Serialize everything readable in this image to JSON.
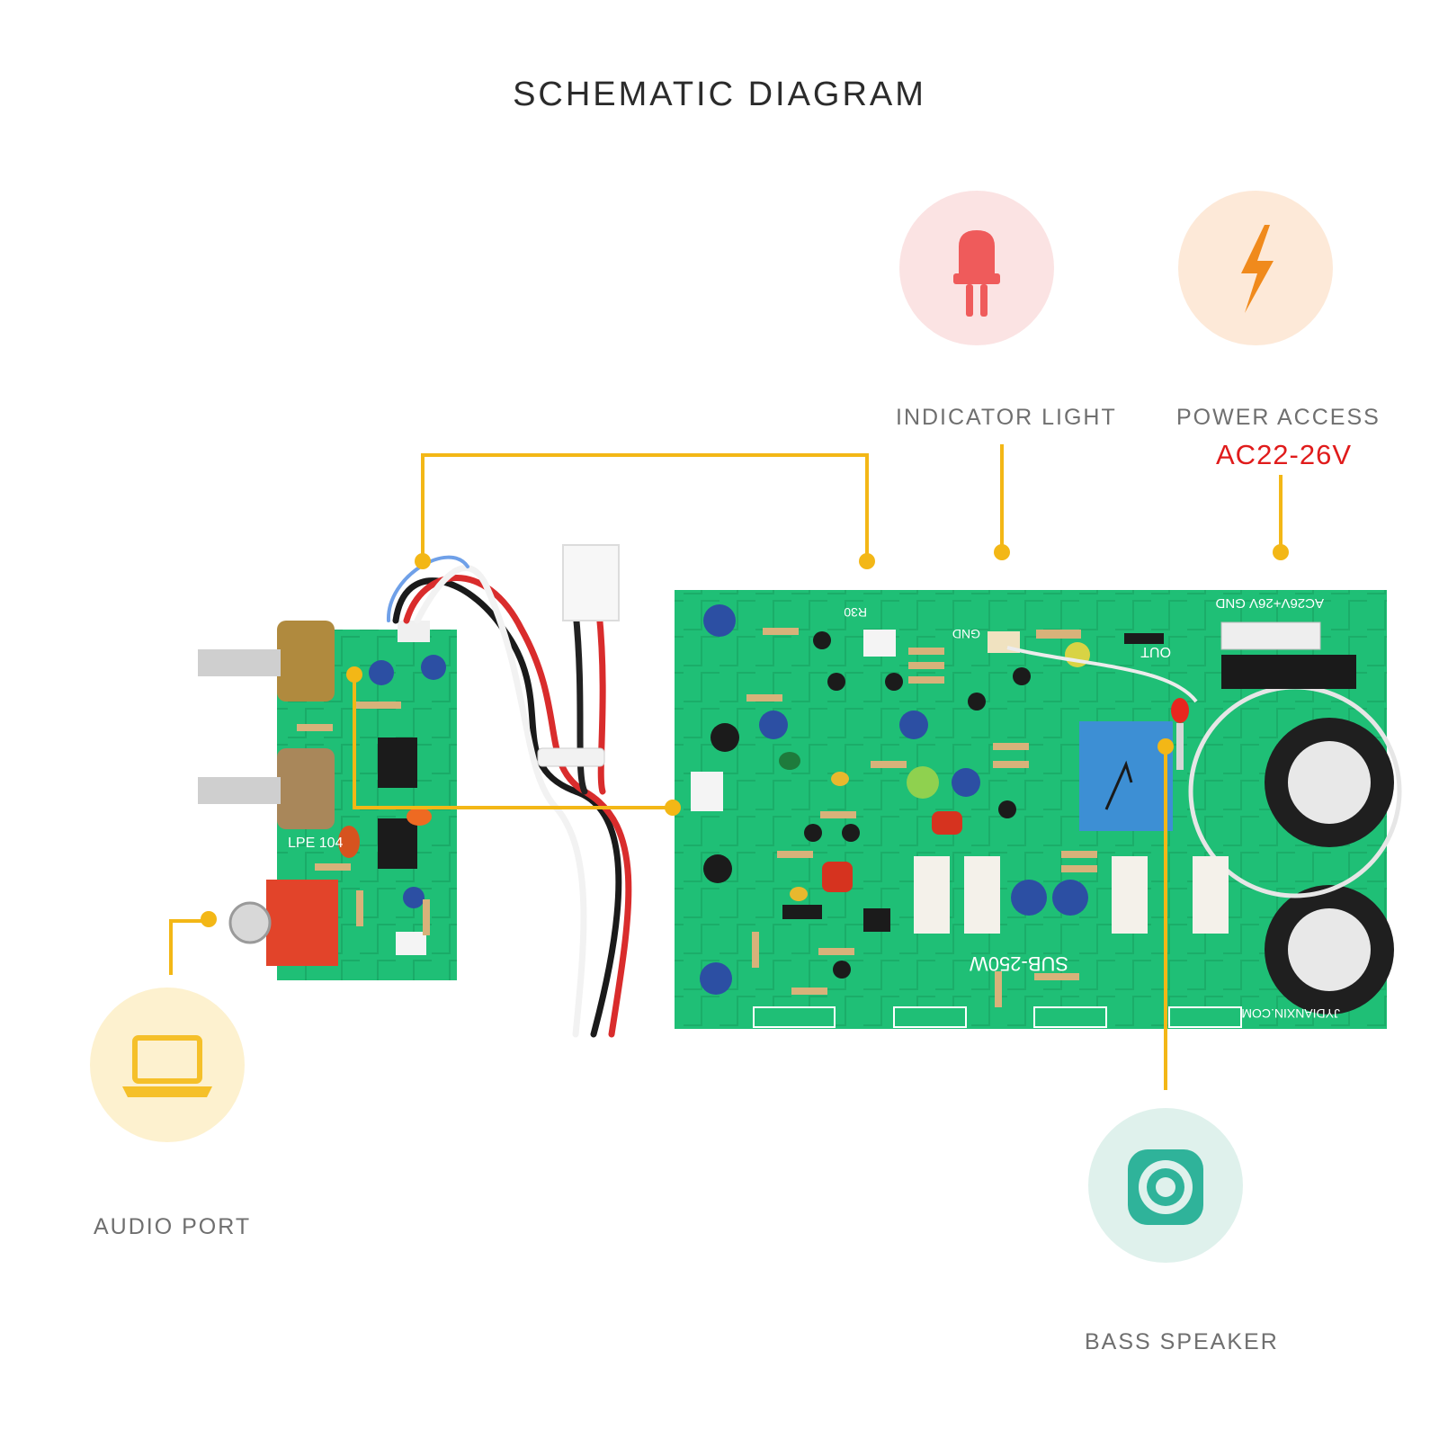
{
  "title": "SCHEMATIC DIAGRAM",
  "callouts": {
    "indicator_light": {
      "label": "INDICATOR LIGHT",
      "icon": "led-icon",
      "circle_color": "#fbe3e3",
      "icon_color": "#ef5b5b"
    },
    "power_access": {
      "label": "POWER ACCESS",
      "spec": "AC22-26V",
      "icon": "lightning-bolt-icon",
      "circle_color": "#fde9d8",
      "icon_color": "#f08a1c"
    },
    "audio_port": {
      "label": "AUDIO PORT",
      "icon": "laptop-icon",
      "circle_color": "#fdf1cf",
      "icon_color": "#f5c02a"
    },
    "bass_speaker": {
      "label": "BASS SPEAKER",
      "icon": "speaker-icon",
      "circle_color": "#dff1ec",
      "icon_color": "#2fb39a"
    }
  },
  "board": {
    "model": "SUB-250W",
    "power_terminal": "AC26V+26V GND",
    "left_board_label": "LPE 104",
    "website": "JYDIANXIN.COM",
    "ref_top": "R30",
    "ref_gnd": "GND",
    "ref_out": "OUT"
  },
  "colors": {
    "pcb": "#1fbf76",
    "pcb_dark": "#16a463",
    "leader": "#f3b716",
    "text_label": "#6f6f6f",
    "spec": "#e01b1b"
  }
}
